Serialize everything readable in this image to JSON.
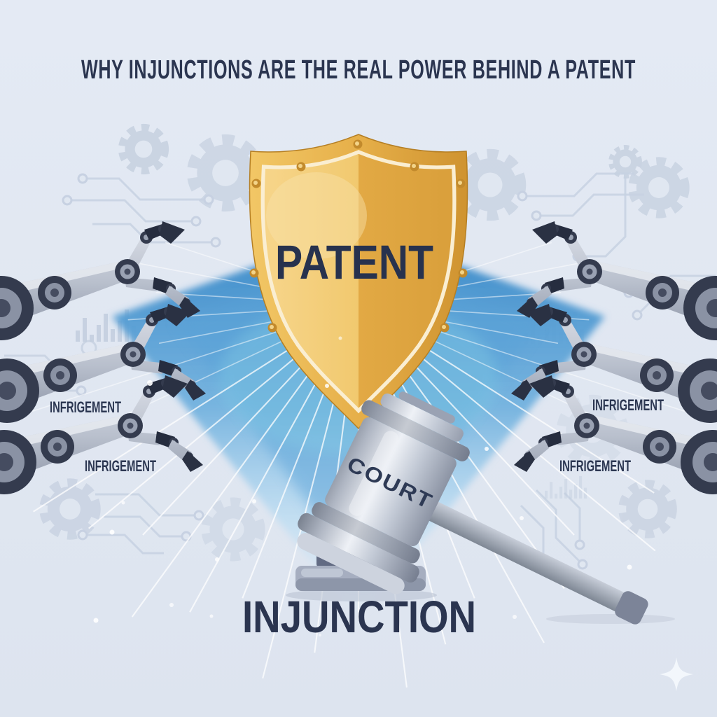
{
  "poster": {
    "title": "WHY INJUNCTIONS ARE THE REAL POWER BEHIND A PATENT",
    "shield_label": "PATENT",
    "gavel_label": "COURT",
    "bottom_label": "INJUNCTION",
    "infringement_left_top": "INFRIGEMENT",
    "infringement_left_bottom": "INFRIGEMENT",
    "infringement_right_top": "INFRIGEMENT",
    "infringement_right_bottom": "INFRIGEMENT"
  },
  "colors": {
    "background": "#e0e7f1",
    "title_text": "#2b3550",
    "shield_gold": "#e6af49",
    "shield_gold_dark": "#cf9330",
    "shield_border_cream": "#faeed2",
    "burst_blue": "#3a89c8",
    "ray_white": "#ffffff",
    "metal_gray": "#b9c0cd",
    "joint_dark": "#343b4e",
    "label_text": "#2c3752",
    "gavel_gray": "#aeb5c2"
  }
}
